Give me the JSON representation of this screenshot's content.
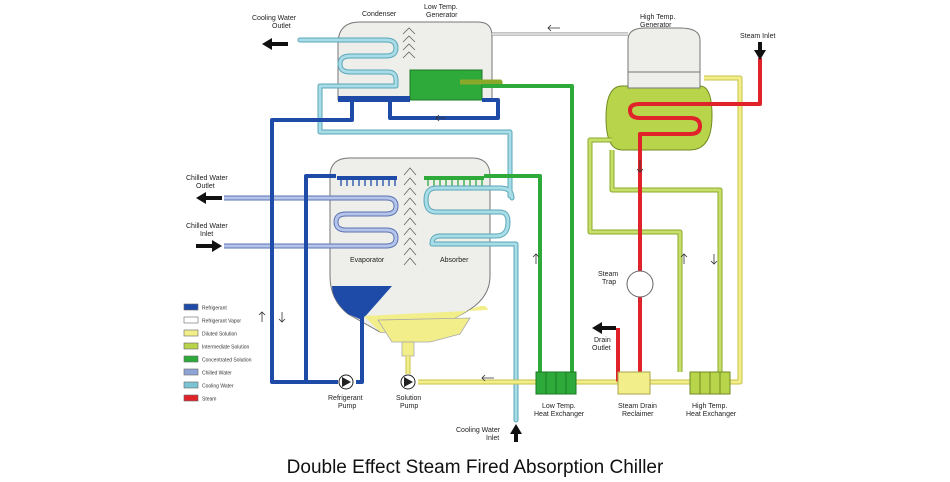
{
  "caption": "Double Effect Steam Fired Absorption Chiller",
  "labels": {
    "condenser": "Condenser",
    "ltg": [
      "Low Temp.",
      "Generator"
    ],
    "htg": [
      "High Temp.",
      "Generator"
    ],
    "cw_outlet": [
      "Cooling Water",
      "Outlet"
    ],
    "cw_inlet": [
      "Cooling Water",
      "Inlet"
    ],
    "steam_inlet": "Steam Inlet",
    "chw_outlet": [
      "Chilled Water",
      "Outlet"
    ],
    "chw_inlet": [
      "Chilled Water",
      "Inlet"
    ],
    "evaporator": "Evaporator",
    "absorber": "Absorber",
    "refrigerant_pump": [
      "Refrigerant",
      "Pump"
    ],
    "solution_pump": [
      "Solution",
      "Pump"
    ],
    "lthx": [
      "Low Temp.",
      "Heat Exchanger"
    ],
    "drain_reclaimer": [
      "Steam Drain",
      "Reclaimer"
    ],
    "hthx": [
      "High Temp.",
      "Heat Exchanger"
    ],
    "steam_trap": [
      "Steam",
      "Trap"
    ],
    "drain_outlet": [
      "Drain",
      "Outlet"
    ]
  },
  "legend": [
    {
      "label": "Refrigerant",
      "color": "#1e4aa8"
    },
    {
      "label": "Refrigerant Vapor",
      "color": "#ffffff"
    },
    {
      "label": "Diluted Solution",
      "color": "#f2ee8a"
    },
    {
      "label": "Intermediate Solution",
      "color": "#b8d44a"
    },
    {
      "label": "Concentrated Solution",
      "color": "#2eaa3a"
    },
    {
      "label": "Chilled Water",
      "color": "#8ea4d6"
    },
    {
      "label": "Cooling Water",
      "color": "#7cc4d4"
    },
    {
      "label": "Steam",
      "color": "#e0222a"
    }
  ]
}
